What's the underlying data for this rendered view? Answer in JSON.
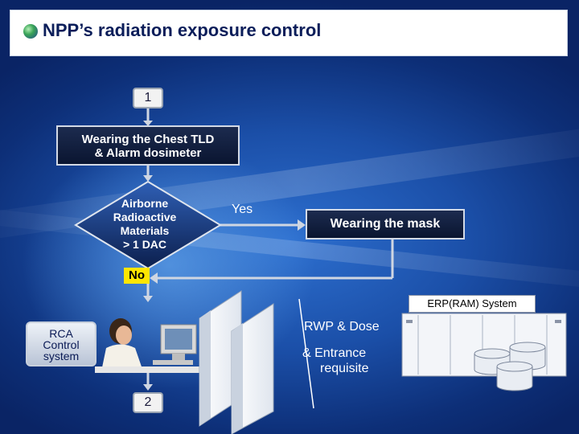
{
  "title": "NPP’s radiation exposure control",
  "steps": {
    "first": "1",
    "second": "2"
  },
  "flow": {
    "wearing_box": [
      "Wearing the Chest TLD",
      "& Alarm dosimeter"
    ],
    "decision": [
      "Airborne",
      "Radioactive",
      "Materials",
      "> 1 DAC"
    ],
    "yes_label": "Yes",
    "no_label": "No",
    "mask_box": "Wearing the mask"
  },
  "systems": {
    "rca": [
      "RCA",
      "Control",
      "system"
    ],
    "erp": "ERP(RAM) System",
    "rwp": "RWP & Dose",
    "entrance": [
      "& Entrance",
      "requisite"
    ]
  },
  "colors": {
    "no_highlight": "#ffe600",
    "title_text": "#0b1e5a",
    "box_fill": "#0f1c3d"
  }
}
